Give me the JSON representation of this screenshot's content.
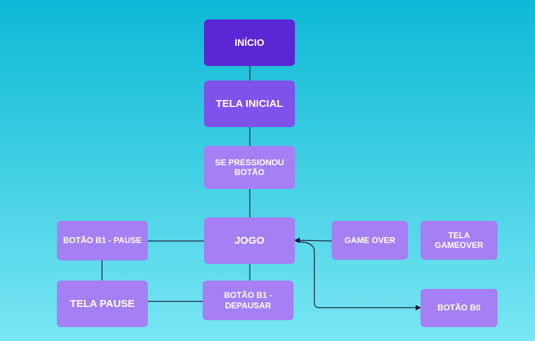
{
  "colors": {
    "start": "#5b27d4",
    "primary": "#7f52ea",
    "secondary": "#a57ff3",
    "line": "#1a1a2e"
  },
  "nodes": {
    "inicio": "INÍCIO",
    "tela_inicial": "TELA INICIAL",
    "se_pressionou": [
      "SE PRESSIONOU",
      "BOTÃO"
    ],
    "jogo": "JOGO",
    "botao_b1_pause": "BOTÃO B1 - PAUSE",
    "tela_pause": "TELA PAUSE",
    "botao_b1_depausar": [
      "BOTÃO B1 -",
      "DEPAUSAR"
    ],
    "game_over": "GAME OVER",
    "tela_gameover": [
      "TELA",
      "GAMEOVER"
    ],
    "botao_b0": "BOTÃO B0"
  }
}
